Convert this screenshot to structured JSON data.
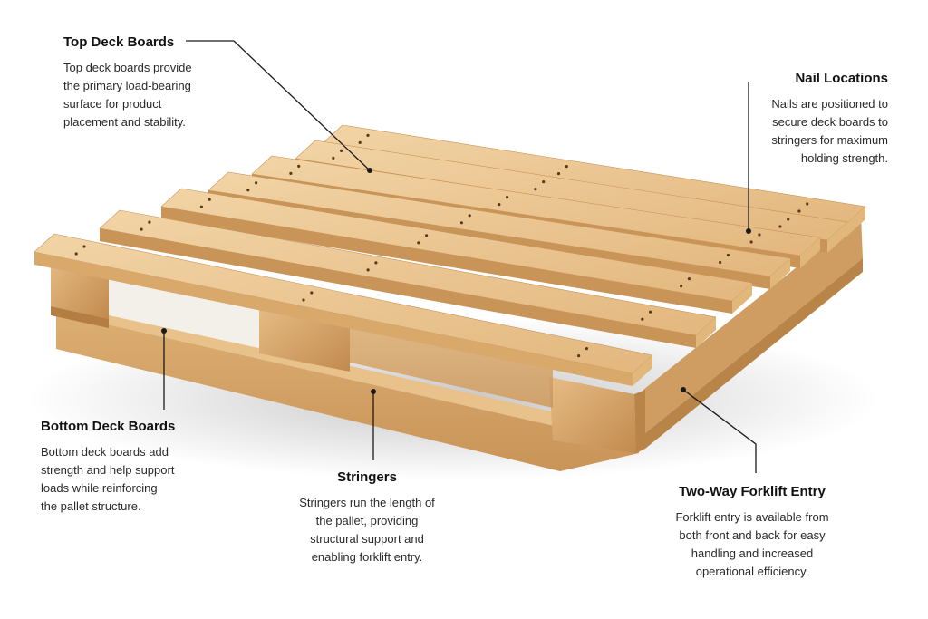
{
  "callouts": {
    "top_deck": {
      "title": "Top Deck Boards",
      "text": "Top deck boards provide\nthe primary load-bearing\nsurface for product\nplacement and stability."
    },
    "nail": {
      "title": "Nail Locations",
      "text": "Nails are positioned to\nsecure deck boards to\nstringers for maximum\nholding strength."
    },
    "bottom_deck": {
      "title": "Bottom Deck Boards",
      "text": "Bottom deck boards add\nstrength and help support\nloads while reinforcing\nthe pallet structure."
    },
    "stringers": {
      "title": "Stringers",
      "text": "Stringers run the length of\nthe pallet, providing\nstructural support and\nenabling forklift entry."
    },
    "forklift": {
      "title": "Two-Way Forklift Entry",
      "text": "Forklift entry is available from\nboth front and back for easy\nhandling and increased\noperational efficiency."
    }
  },
  "colors": {
    "wood_light": "#ecc996",
    "wood_mid": "#dcae72",
    "wood_dark": "#c48e52",
    "wood_shadow": "#a8743c",
    "leader": "#1a1a1a"
  }
}
